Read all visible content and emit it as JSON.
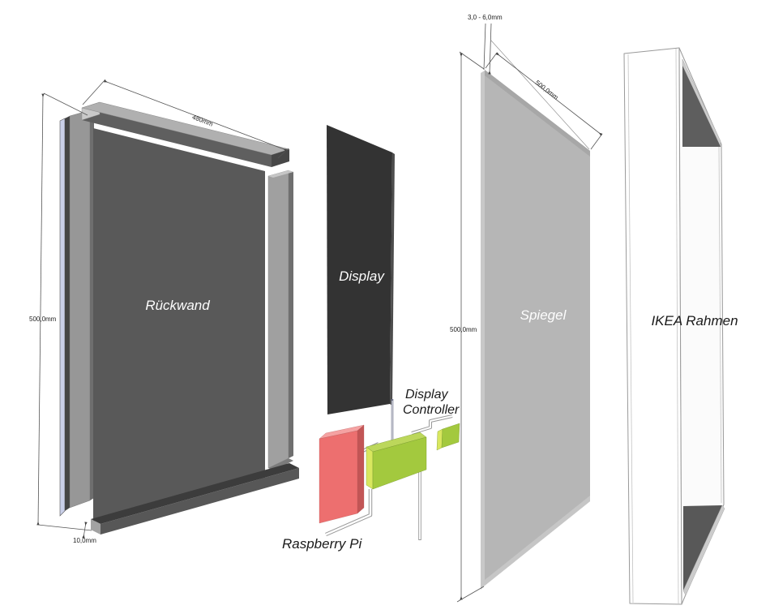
{
  "diagram_type": "exploded-assembly-drawing",
  "labels": {
    "rueckwand": "Rückwand",
    "display": "Display",
    "controller_line1": "Display",
    "controller_line2": "Controller",
    "raspberry_pi": "Raspberry Pi",
    "spiegel": "Spiegel",
    "ikea_rahmen": "IKEA Rahmen"
  },
  "dims": {
    "back_width": "480mm",
    "back_height": "500,0mm",
    "bar_thickness": "10,0mm",
    "mirror_thickness": "3,0 - 6,0mm",
    "mirror_width": "500,0mm",
    "mirror_height": "500,0mm"
  },
  "colors": {
    "background": "#ffffff",
    "back_panel": "#595959",
    "display_panel": "#333333",
    "raspberry_pi": "#ed6f6f",
    "controller_board": "#a3c93e",
    "mirror": "#b6b6b6",
    "dimension_lines": "#555555"
  }
}
